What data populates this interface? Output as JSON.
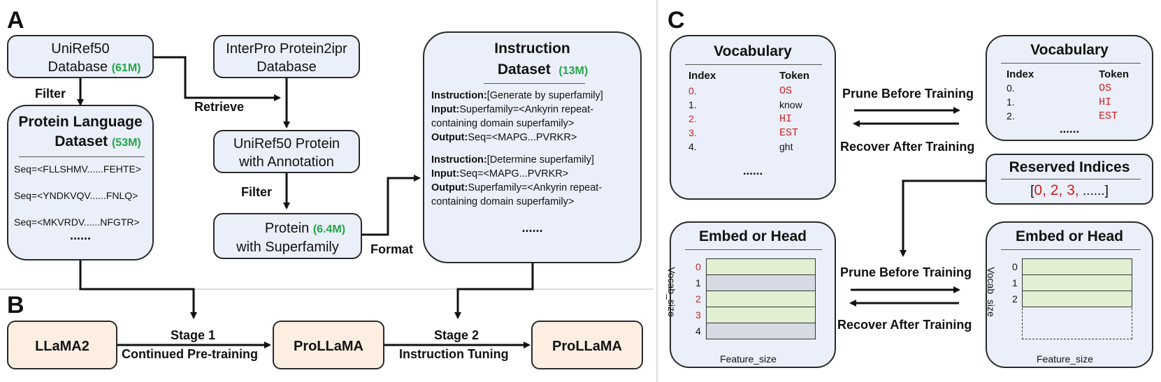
{
  "panels": {
    "a": "A",
    "b": "B",
    "c": "C"
  },
  "a": {
    "uniref_title": "UniRef50",
    "uniref_db": "Database",
    "uniref_count": "(61M)",
    "interpro_line1": "InterPro Protein2ipr",
    "interpro_line2": "Database",
    "retrieve": "Retrieve",
    "filter1": "Filter",
    "filter2": "Filter",
    "format": "Format",
    "pld_line1": "Protein Language",
    "pld_line2": "Dataset",
    "pld_count": "(53M)",
    "seqs": [
      "Seq=<FLLSHMV......FEHTE>",
      "Seq=<YNDKVQV......FNLQ>",
      "Seq=<MKVRDV......NFGTR>"
    ],
    "ellipsis": "......",
    "annot_line1": "UniRef50 Protein",
    "annot_line2": "with Annotation",
    "super_line1": "Protein",
    "super_count": "(6.4M)",
    "super_line2": "with Superfamily",
    "instr_title1": "Instruction",
    "instr_title2": "Dataset",
    "instr_count": "(13M)",
    "ex1": {
      "k1": "Instruction:",
      "v1": "[Generate by superfamily]",
      "k2": "Input:",
      "v2": "Superfamily=<Ankyrin repeat-",
      "v2b": "containing domain superfamily>",
      "k3": "Output:",
      "v3": "Seq=<MAPG...PVRKR>"
    },
    "ex2": {
      "k1": "Instruction:",
      "v1": "[Determine superfamily]",
      "k2": "Input:",
      "v2": "Seq=<MAPG...PVRKR>",
      "k3": "Output:",
      "v3": "Superfamily=<Ankyrin repeat-",
      "v3b": "containing domain superfamily>"
    },
    "instr_ellipsis": "......"
  },
  "b": {
    "llama2": "LLaMA2",
    "prollama1": "ProLLaMA",
    "prollama2": "ProLLaMA",
    "stage1": "Stage 1",
    "stage1_sub": "Continued Pre-training",
    "stage2": "Stage 2",
    "stage2_sub": "Instruction Tuning"
  },
  "c": {
    "vocab_title": "Vocabulary",
    "index_header": "Index",
    "token_header": "Token",
    "left_vocab": [
      {
        "index": "0.",
        "token": "OS",
        "reserved": true
      },
      {
        "index": "1.",
        "token": "know",
        "reserved": false
      },
      {
        "index": "2.",
        "token": "HI",
        "reserved": true
      },
      {
        "index": "3.",
        "token": "EST",
        "reserved": true
      },
      {
        "index": "4.",
        "token": "ght",
        "reserved": false
      }
    ],
    "right_vocab": [
      {
        "index": "0.",
        "token": "OS"
      },
      {
        "index": "1.",
        "token": "HI"
      },
      {
        "index": "2.",
        "token": "EST"
      }
    ],
    "ellipsis": "......",
    "prune": "Prune Before Training",
    "recover": "Recover After Training",
    "reserved_title": "Reserved Indices",
    "reserved_open": "[",
    "reserved_values": "0, 2, 3,",
    "reserved_tail": " ......]",
    "embed_title": "Embed or Head",
    "vocab_size": "Vocab_size",
    "feature_size": "Feature_size",
    "left_rows": [
      {
        "index": "0",
        "reserved": true
      },
      {
        "index": "1",
        "reserved": false
      },
      {
        "index": "2",
        "reserved": true
      },
      {
        "index": "3",
        "reserved": true
      },
      {
        "index": "4",
        "reserved": false
      }
    ],
    "right_rows": [
      "0",
      "1",
      "2"
    ],
    "colors": {
      "red": "#cc1f1f",
      "green": "#22a64a",
      "box": "#ebeff9",
      "orange": "#fcefe2",
      "cell_green": "#e1efd2",
      "cell_gray": "#d6dae3",
      "blue_arrow": "#3f74c9"
    }
  }
}
